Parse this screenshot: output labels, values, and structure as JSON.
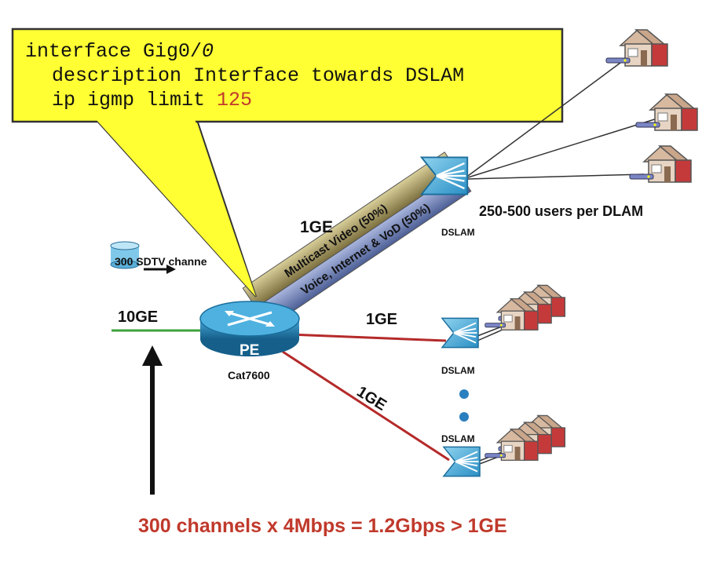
{
  "callout": {
    "line1_prefix": "interface Gig0/",
    "line1_suffix": "0",
    "line2": "description Interface towards DSLAM",
    "line3_prefix": "ip igmp limit ",
    "line3_value": "125"
  },
  "pipe": {
    "upper": "Multicast Video (50%)",
    "lower": "Voice, Internet & VoD (50%)",
    "link_label": "1GE"
  },
  "links": {
    "uplink": "10GE",
    "mid": "1GE",
    "low": "1GE"
  },
  "router": {
    "name": "PE",
    "model": "Cat7600"
  },
  "source": {
    "label": "300 SDTV channe"
  },
  "dslam": {
    "label": "DSLAM"
  },
  "users_note": "250-500 users per DLAM",
  "footer": "300 channels x 4Mbps = 1.2Gbps > 1GE",
  "colors": {
    "callout": "#ffff33",
    "dslam": "#3aa7d9",
    "router": "#1f7fb0",
    "link_red": "#b52a2a",
    "link_green": "#3ca33c",
    "pipe_gold": "#a99a5a",
    "pipe_blue": "#6f82b8"
  },
  "icons": [
    "house-icon",
    "dslam-icon",
    "router-icon",
    "database-icon",
    "arrow-right-icon",
    "arrow-up-icon"
  ]
}
